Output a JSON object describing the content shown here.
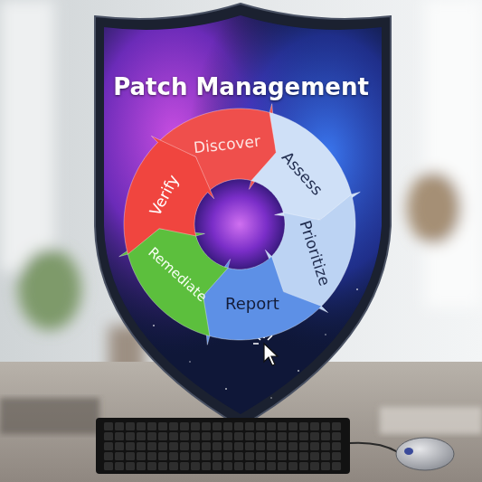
{
  "diagram": {
    "title": "Patch Management",
    "nodes": [
      {
        "text": [
          "Discover"
        ]
      },
      {
        "text": [
          "Assess"
        ]
      },
      {
        "text": [
          "Prioritize"
        ]
      },
      {
        "text": [
          "Report"
        ]
      },
      {
        "text": [
          "Remediate"
        ]
      },
      {
        "text": [
          "Verify"
        ]
      }
    ]
  }
}
